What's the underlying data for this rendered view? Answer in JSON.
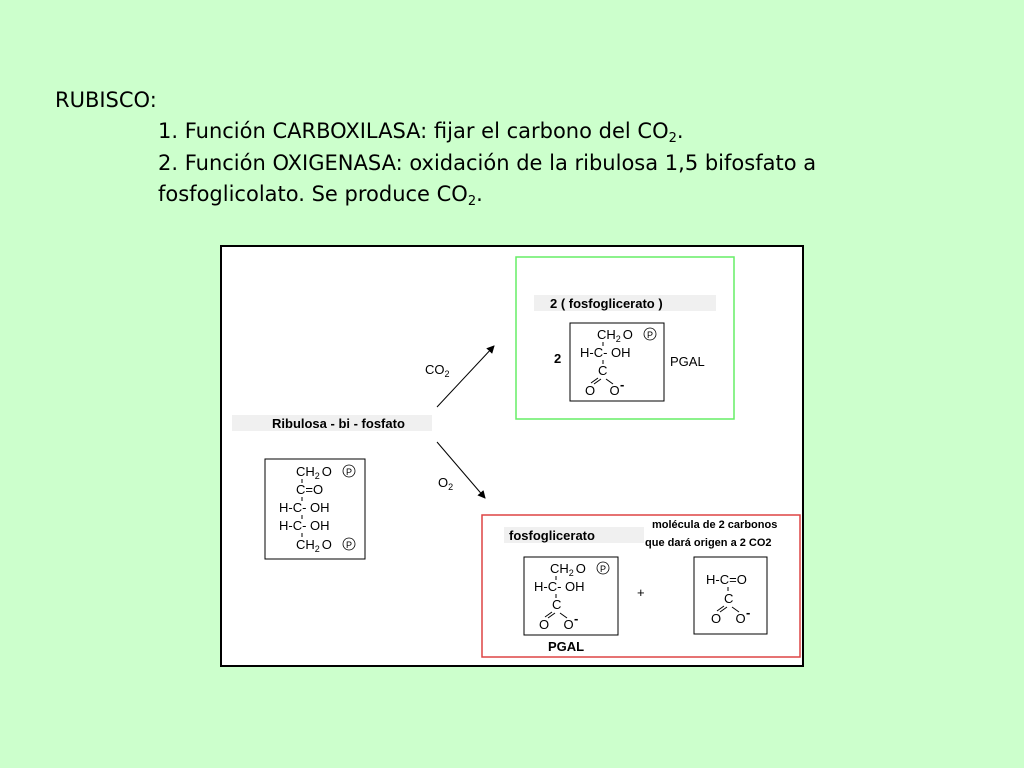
{
  "slide": {
    "heading": "RUBISCO:",
    "item1": {
      "text": "1. Función CARBOXILASA: fijar el carbono del CO",
      "sub": "2",
      "end": "."
    },
    "item2": {
      "line1": "2. Función OXIGENASA: oxidación de la ribulosa 1,5 bifosfato a",
      "line2": "fosfoglicolato. Se produce CO",
      "sub": "2",
      "end": "."
    }
  },
  "diagram": {
    "substrate_label": "Ribulosa - bi - fosfato",
    "substrate_rows": [
      "CH",
      "C=O",
      "H-C- OH",
      "H-C- OH",
      "CH"
    ],
    "co2_label": "CO",
    "o2_label": "O",
    "subscript_2": "2",
    "phosphate_symbol": "P",
    "ch2o_o": "O",
    "carboxylase_product_title": "2 ( fosfoglicerato )",
    "coefficient": "2",
    "pgal_label": "PGAL",
    "pga_rows": [
      "CH",
      "H-C- OH",
      "C",
      "O    O"
    ],
    "minus": "-",
    "oxygenase_product_title": "fosfoglicerato",
    "two_carbon_note_1": "molécula de 2 carbonos",
    "two_carbon_note_2": "que dará origen a 2 CO2",
    "plus": "+",
    "glycolate_rows": [
      "H-C=O",
      "C",
      "O    O"
    ],
    "colors": {
      "green_box": "#66ee66",
      "red_box": "#dd4444",
      "background": "#ccffcc"
    }
  }
}
